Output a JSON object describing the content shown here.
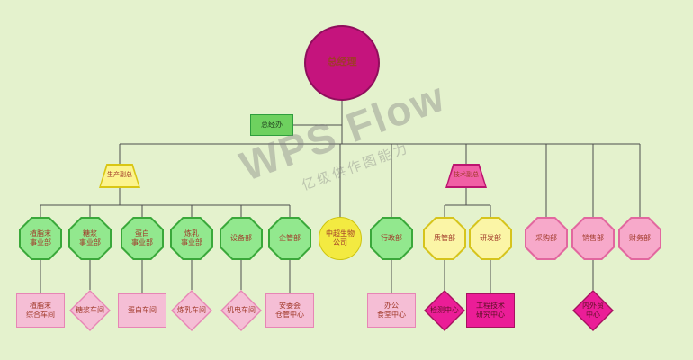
{
  "watermark": {
    "title": "WPS Flow",
    "subtitle": "亿级供作图能力"
  },
  "nodes": {
    "ceo": "总经理",
    "office": "总经办",
    "production_vp": "生产副总",
    "tech_vp": "技术副总",
    "creamer_div": "植脂末\n事业部",
    "syrup_div": "糖浆\n事业部",
    "protein_div": "蛋白\n事业部",
    "condensed_milk_div": "炼乳\n事业部",
    "equipment_dept": "设备部",
    "management_dept": "企管部",
    "zhongchao_bio": "中超生物\n公司",
    "admin_dept": "行政部",
    "quality_dept": "质管部",
    "rnd_dept": "研发部",
    "purchasing_dept": "采购部",
    "sales_dept": "销售部",
    "finance_dept": "财务部",
    "creamer_workshop": "植脂末\n综合车间",
    "syrup_workshop": "糖浆车间",
    "protein_workshop": "蛋白车间",
    "condensed_milk_workshop": "炼乳车间",
    "electromechanical_workshop": "机电车间",
    "safety_warehouse_center": "安委会\n仓管中心",
    "office_canteen_center": "办公\n食堂中心",
    "testing_center": "检测中心",
    "engineering_research_center": "工程技术\n研究中心",
    "trade_center": "内外贸\n中心"
  },
  "colors": {
    "bg": "#e4f2cd",
    "text": "#a13a2a",
    "ceo_fill": "#c5147d",
    "ceo_border": "#8f0f5c",
    "office_fill": "#6ed15f",
    "office_border": "#2f9e3e",
    "fan_yellow_fill": "#fcf48e",
    "fan_yellow_border": "#d9c614",
    "fan_pink_fill": "#f160a5",
    "fan_pink_border": "#bd1470",
    "oct_green_fill": "#92e88e",
    "oct_green_border": "#3aa83a",
    "oct_yellow_fill": "#fbf5a6",
    "oct_yellow_border": "#d6c41c",
    "oct_pink_fill": "#f7a9ca",
    "oct_pink_border": "#e2679f",
    "circle_yellow_fill": "#f3ea41",
    "circle_yellow_border": "#cec40e",
    "pink_fill": "#f5bed5",
    "pink_border": "#e786b5",
    "magenta_fill": "#eb1d97",
    "magenta_border": "#a6125f",
    "watermark": "rgba(128,128,128,0.4)"
  }
}
